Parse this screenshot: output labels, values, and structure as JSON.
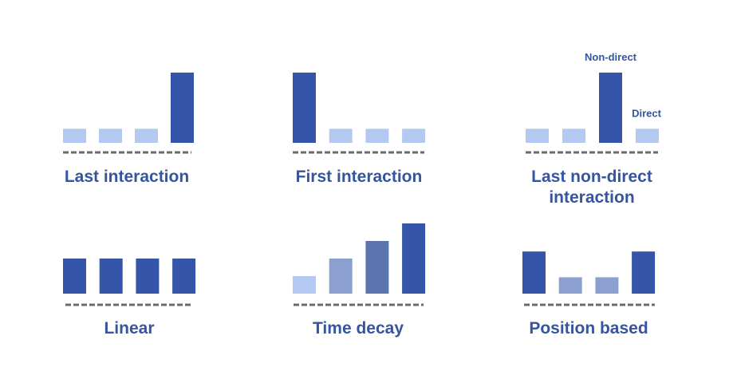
{
  "colors": {
    "dark": "#3556a8",
    "light": "#b3c9f2",
    "medium": "#8b9fd0",
    "medium_dark": "#5c74ad",
    "baseline": "#6b6b6b",
    "text": "#34559f"
  },
  "chart_data": [
    {
      "type": "bar",
      "title": "Last interaction",
      "values": [
        1,
        1,
        1,
        5
      ],
      "ylim": [
        0,
        5
      ],
      "colors": [
        "light",
        "light",
        "light",
        "dark"
      ],
      "annotations": []
    },
    {
      "type": "bar",
      "title": "First interaction",
      "values": [
        5,
        1,
        1,
        1
      ],
      "ylim": [
        0,
        5
      ],
      "colors": [
        "dark",
        "light",
        "light",
        "light"
      ],
      "annotations": []
    },
    {
      "type": "bar",
      "title": "Last non-direct interaction",
      "title_lines": [
        "Last non-direct",
        "interaction"
      ],
      "values": [
        1,
        1,
        5,
        1
      ],
      "ylim": [
        0,
        5
      ],
      "colors": [
        "light",
        "light",
        "dark",
        "light"
      ],
      "annotations": [
        {
          "bar": 2,
          "text": "Non-direct"
        },
        {
          "bar": 3,
          "text": "Direct"
        }
      ]
    },
    {
      "type": "bar",
      "title": "Linear",
      "values": [
        3,
        3,
        3,
        3
      ],
      "ylim": [
        0,
        6
      ],
      "colors": [
        "dark",
        "dark",
        "dark",
        "dark"
      ],
      "annotations": []
    },
    {
      "type": "bar",
      "title": "Time decay",
      "values": [
        1.5,
        3,
        4.5,
        6
      ],
      "ylim": [
        0,
        6
      ],
      "colors": [
        "light",
        "medium",
        "medium_dark",
        "dark"
      ],
      "annotations": []
    },
    {
      "type": "bar",
      "title": "Position based",
      "values": [
        3.6,
        1.4,
        1.4,
        3.6
      ],
      "ylim": [
        0,
        6
      ],
      "colors": [
        "dark",
        "medium",
        "medium",
        "dark"
      ],
      "annotations": []
    }
  ]
}
